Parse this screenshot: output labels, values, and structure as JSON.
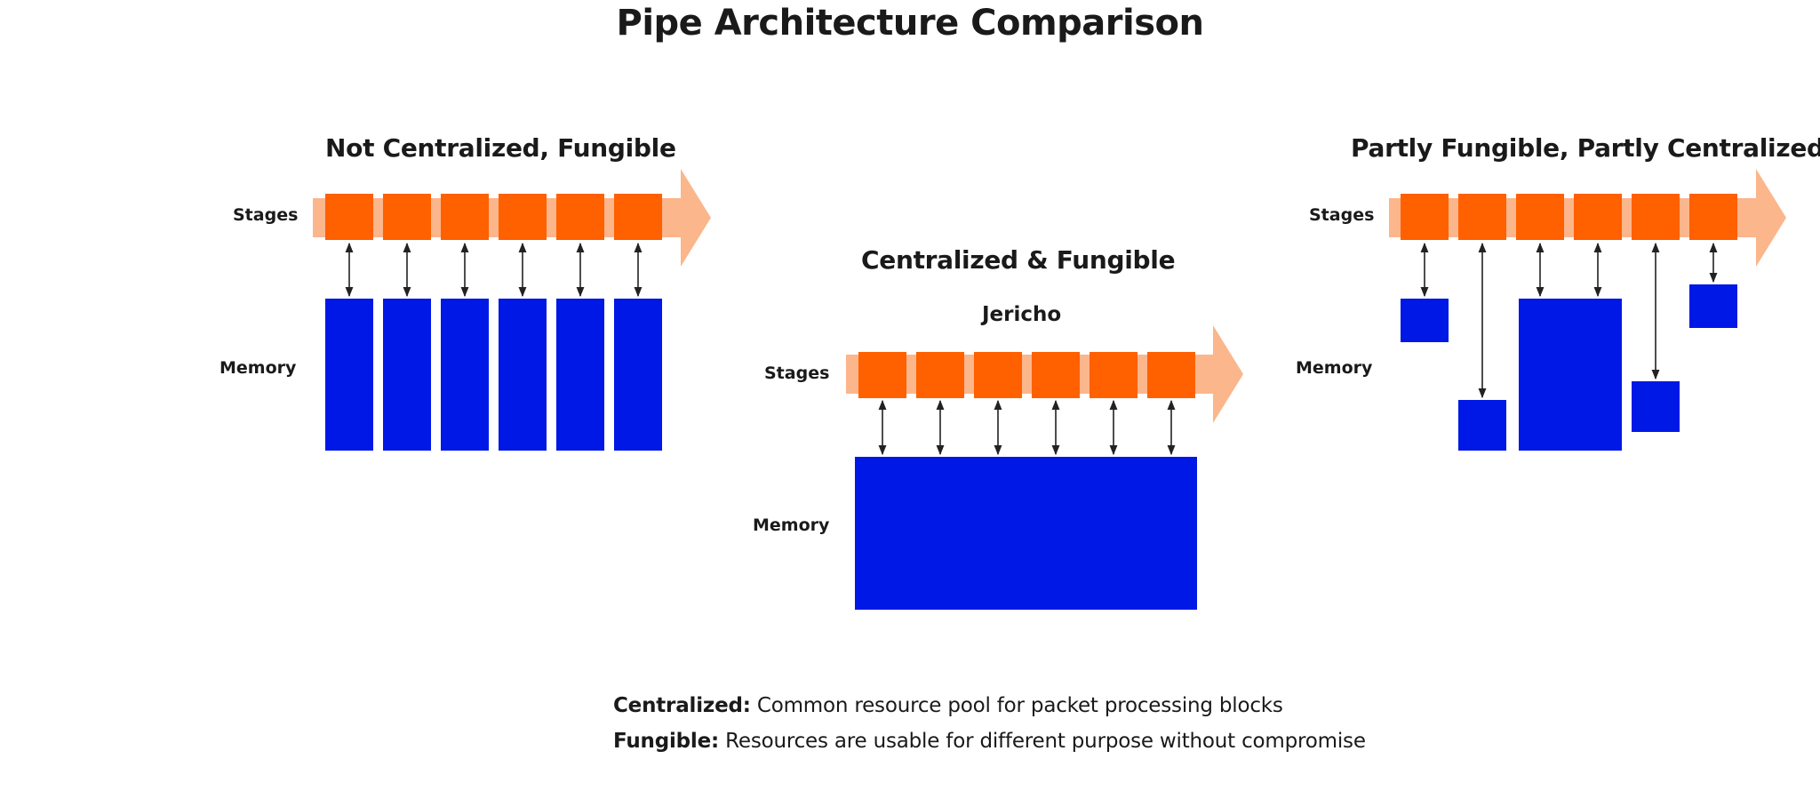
{
  "title": "Pipe Architecture Comparison",
  "colors": {
    "stage": "#ff6000",
    "memory": "#0018e6",
    "arrow_band": "#fbb68c",
    "connector": "#222222"
  },
  "row_labels": {
    "stages": "Stages",
    "memory": "Memory"
  },
  "panels": [
    {
      "title": "Not Centralized, Fungible",
      "stage_count": 6,
      "memory_blocks": 6
    },
    {
      "title": "Centralized & Fungible",
      "subtitle": "Jericho",
      "stage_count": 6,
      "memory_blocks": 1
    },
    {
      "title": "Partly Fungible, Partly Centralized",
      "stage_count": 6,
      "memory_blocks": 5
    }
  ],
  "legend": [
    {
      "term": "Centralized:",
      "definition": " Common resource pool for packet processing blocks"
    },
    {
      "term": "Fungible:",
      "definition": " Resources are usable for different purpose without compromise"
    }
  ]
}
